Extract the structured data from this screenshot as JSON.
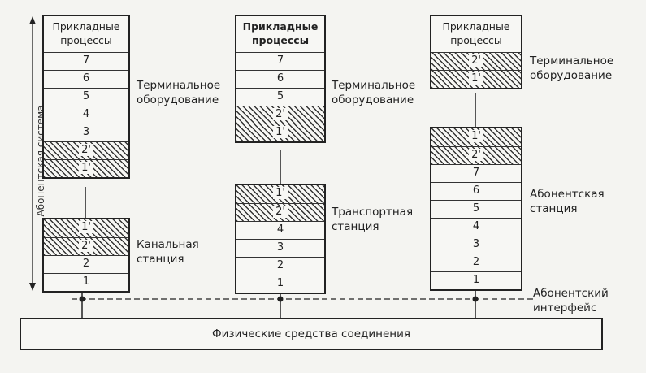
{
  "column1": {
    "top": {
      "header": [
        "Прикладные",
        "процессы"
      ],
      "layers": [
        {
          "label": "7",
          "hatch": false
        },
        {
          "label": "6",
          "hatch": false
        },
        {
          "label": "5",
          "hatch": false
        },
        {
          "label": "4",
          "hatch": false
        },
        {
          "label": "3",
          "hatch": false
        },
        {
          "label": "2'",
          "hatch": true
        },
        {
          "label": "1'",
          "hatch": true
        }
      ],
      "caption": [
        "Терминальное",
        "оборудование"
      ]
    },
    "bottom": {
      "layers": [
        {
          "label": "1'",
          "hatch": true
        },
        {
          "label": "2'",
          "hatch": true
        },
        {
          "label": "2",
          "hatch": false
        },
        {
          "label": "1",
          "hatch": false
        }
      ],
      "caption": [
        "Канальная",
        "станция"
      ]
    }
  },
  "column2": {
    "top": {
      "header": [
        "Прикладные",
        "процессы"
      ],
      "layers": [
        {
          "label": "7",
          "hatch": false
        },
        {
          "label": "6",
          "hatch": false
        },
        {
          "label": "5",
          "hatch": false
        },
        {
          "label": "2'",
          "hatch": true
        },
        {
          "label": "1'",
          "hatch": true
        }
      ],
      "caption": [
        "Терминальное",
        "оборудование"
      ]
    },
    "bottom": {
      "layers": [
        {
          "label": "1'",
          "hatch": true
        },
        {
          "label": "2'",
          "hatch": true
        },
        {
          "label": "4",
          "hatch": false
        },
        {
          "label": "3",
          "hatch": false
        },
        {
          "label": "2",
          "hatch": false
        },
        {
          "label": "1",
          "hatch": false
        }
      ],
      "caption": [
        "Транспортная",
        "станция"
      ]
    }
  },
  "column3": {
    "top": {
      "header": [
        "Прикладные",
        "процессы"
      ],
      "layers": [
        {
          "label": "2'",
          "hatch": true
        },
        {
          "label": "1'",
          "hatch": true
        }
      ],
      "caption": [
        "Терминальное",
        "оборудование"
      ]
    },
    "bottom": {
      "layers": [
        {
          "label": "1'",
          "hatch": true
        },
        {
          "label": "2'",
          "hatch": true
        },
        {
          "label": "7",
          "hatch": false
        },
        {
          "label": "6",
          "hatch": false
        },
        {
          "label": "5",
          "hatch": false
        },
        {
          "label": "4",
          "hatch": false
        },
        {
          "label": "3",
          "hatch": false
        },
        {
          "label": "2",
          "hatch": false
        },
        {
          "label": "1",
          "hatch": false
        }
      ],
      "caption": [
        "Абонентская",
        "станция"
      ]
    }
  },
  "side_label": "Абонентская система",
  "interface_label": [
    "Абонентский",
    "интерфейс"
  ],
  "physical_media": "Физические средства соединения"
}
